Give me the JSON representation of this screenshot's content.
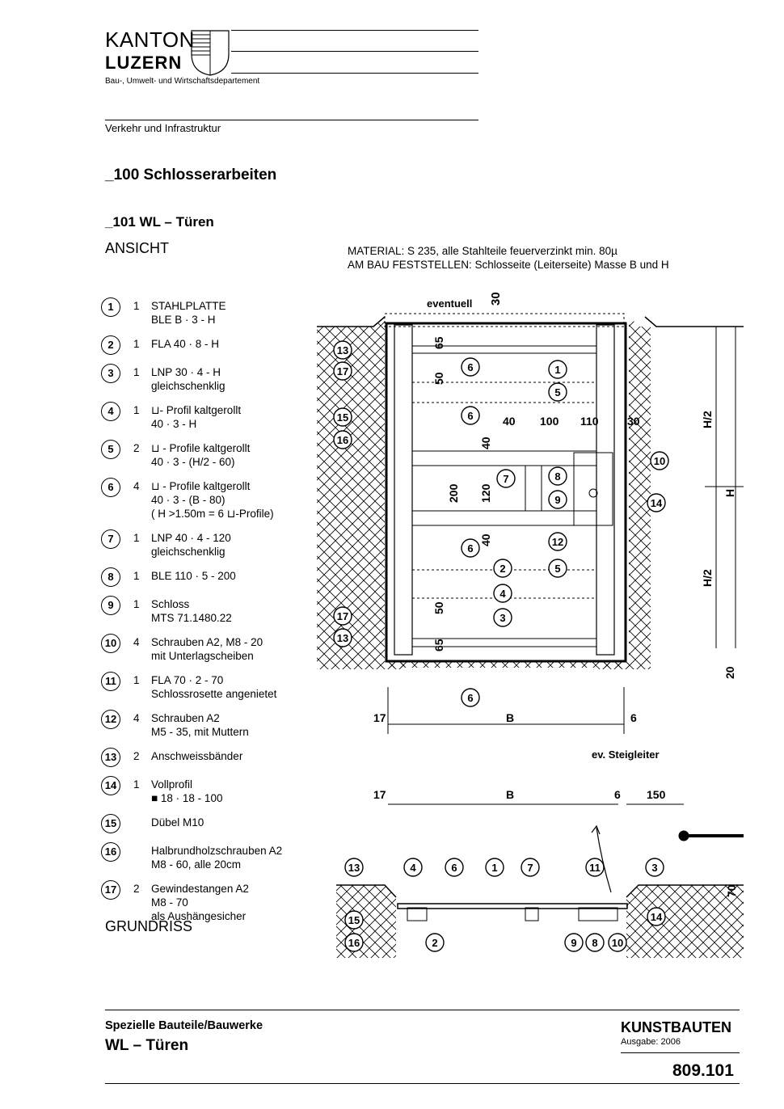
{
  "header": {
    "logo_line1": "KANTON",
    "logo_line2": "LUZERN",
    "department": "Bau-, Umwelt- und Wirtschaftsdepartement",
    "division": "Verkehr und Infrastruktur"
  },
  "title": "_100 Schlosserarbeiten",
  "subtitle": "_101 WL – Türen",
  "view_label": "ANSICHT",
  "plan_label": "GRUNDRISS",
  "material_line1": "MATERIAL: S 235, alle Stahlteile feuerverzinkt min. 80µ",
  "material_line2": "AM BAU FESTSTELLEN: Schlosseite (Leiterseite) Masse B und H",
  "parts": [
    {
      "num": "1",
      "qty": "1",
      "desc": "STAHLPLATTE\nBLE  B · 3 - H"
    },
    {
      "num": "2",
      "qty": "1",
      "desc": "FLA  40 · 8 - H"
    },
    {
      "num": "3",
      "qty": "1",
      "desc": "LNP  30 · 4 - H\ngleichschenklig"
    },
    {
      "num": "4",
      "qty": "1",
      "desc": "⊔- Profil kaltgerollt\n40 · 3 - H"
    },
    {
      "num": "5",
      "qty": "2",
      "desc": "⊔ - Profile kaltgerollt\n40 · 3 - (H/2 - 60)"
    },
    {
      "num": "6",
      "qty": "4",
      "desc": "⊔ - Profile kaltgerollt\n40 · 3 - (B - 80)\n( H >1.50m = 6 ⊔-Profile)"
    },
    {
      "num": "7",
      "qty": "1",
      "desc": "LNP  40 · 4 - 120\ngleichschenklig"
    },
    {
      "num": "8",
      "qty": "1",
      "desc": "BLE  110 · 5 - 200"
    },
    {
      "num": "9",
      "qty": "1",
      "desc": "Schloss\nMTS 71.1480.22"
    },
    {
      "num": "10",
      "qty": "4",
      "desc": "Schrauben A2, M8 - 20\nmit Unterlagscheiben"
    },
    {
      "num": "11",
      "qty": "1",
      "desc": "FLA  70 · 2 - 70\nSchlossrosette angenietet"
    },
    {
      "num": "12",
      "qty": "4",
      "desc": "Schrauben A2\nM5 - 35, mit Muttern"
    },
    {
      "num": "13",
      "qty": "2",
      "desc": "Anschweissbänder"
    },
    {
      "num": "14",
      "qty": "1",
      "desc": "Vollprofil\n■ 18 · 18 - 100"
    },
    {
      "num": "15",
      "qty": "",
      "desc": "Dübel M10"
    },
    {
      "num": "16",
      "qty": "",
      "desc": "Halbrundholzschrauben A2\nM8 - 60, alle 20cm"
    },
    {
      "num": "17",
      "qty": "2",
      "desc": "Gewindestangen A2\nM8 - 70\n              als Aushängesicher"
    }
  ],
  "drawing": {
    "eventuell": "eventuell",
    "steigleiter": "ev. Steigleiter",
    "dims": {
      "d30": "30",
      "d65": "65",
      "d50": "50",
      "d40": "40",
      "d100": "100",
      "d110": "110",
      "d200": "200",
      "d120": "120",
      "d20": "20",
      "d17": "17",
      "d6": "6",
      "d150": "150",
      "d70": "70",
      "B": "B",
      "H": "H",
      "H2": "H/2"
    }
  },
  "footer": {
    "left1": "Spezielle Bauteile/Bauwerke",
    "left2": "WL – Türen",
    "right1": "KUNSTBAUTEN",
    "right2": "Ausgabe: 2006",
    "code": "809.101"
  }
}
